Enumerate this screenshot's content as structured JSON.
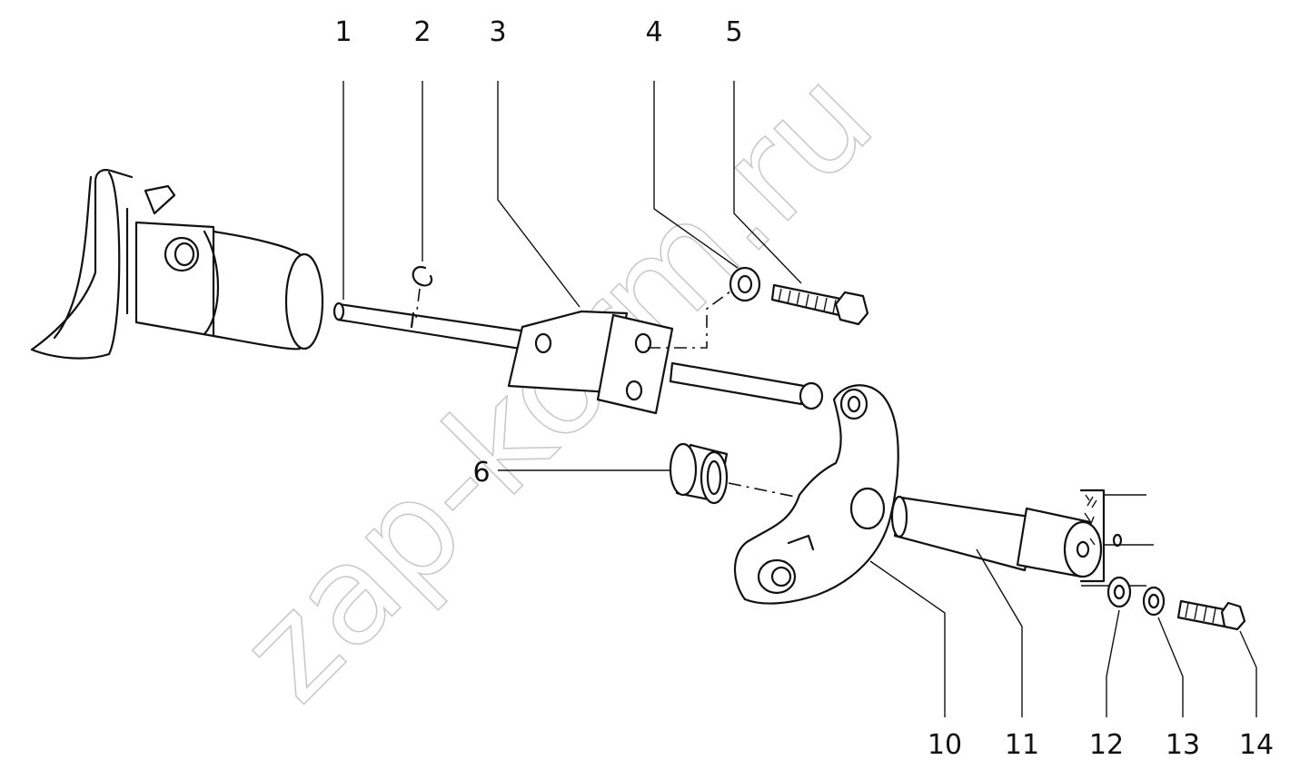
{
  "watermark": "zap-korm.ru",
  "callouts": [
    "1",
    "2",
    "3",
    "4",
    "5",
    "6",
    "10",
    "11",
    "12",
    "13",
    "14"
  ]
}
